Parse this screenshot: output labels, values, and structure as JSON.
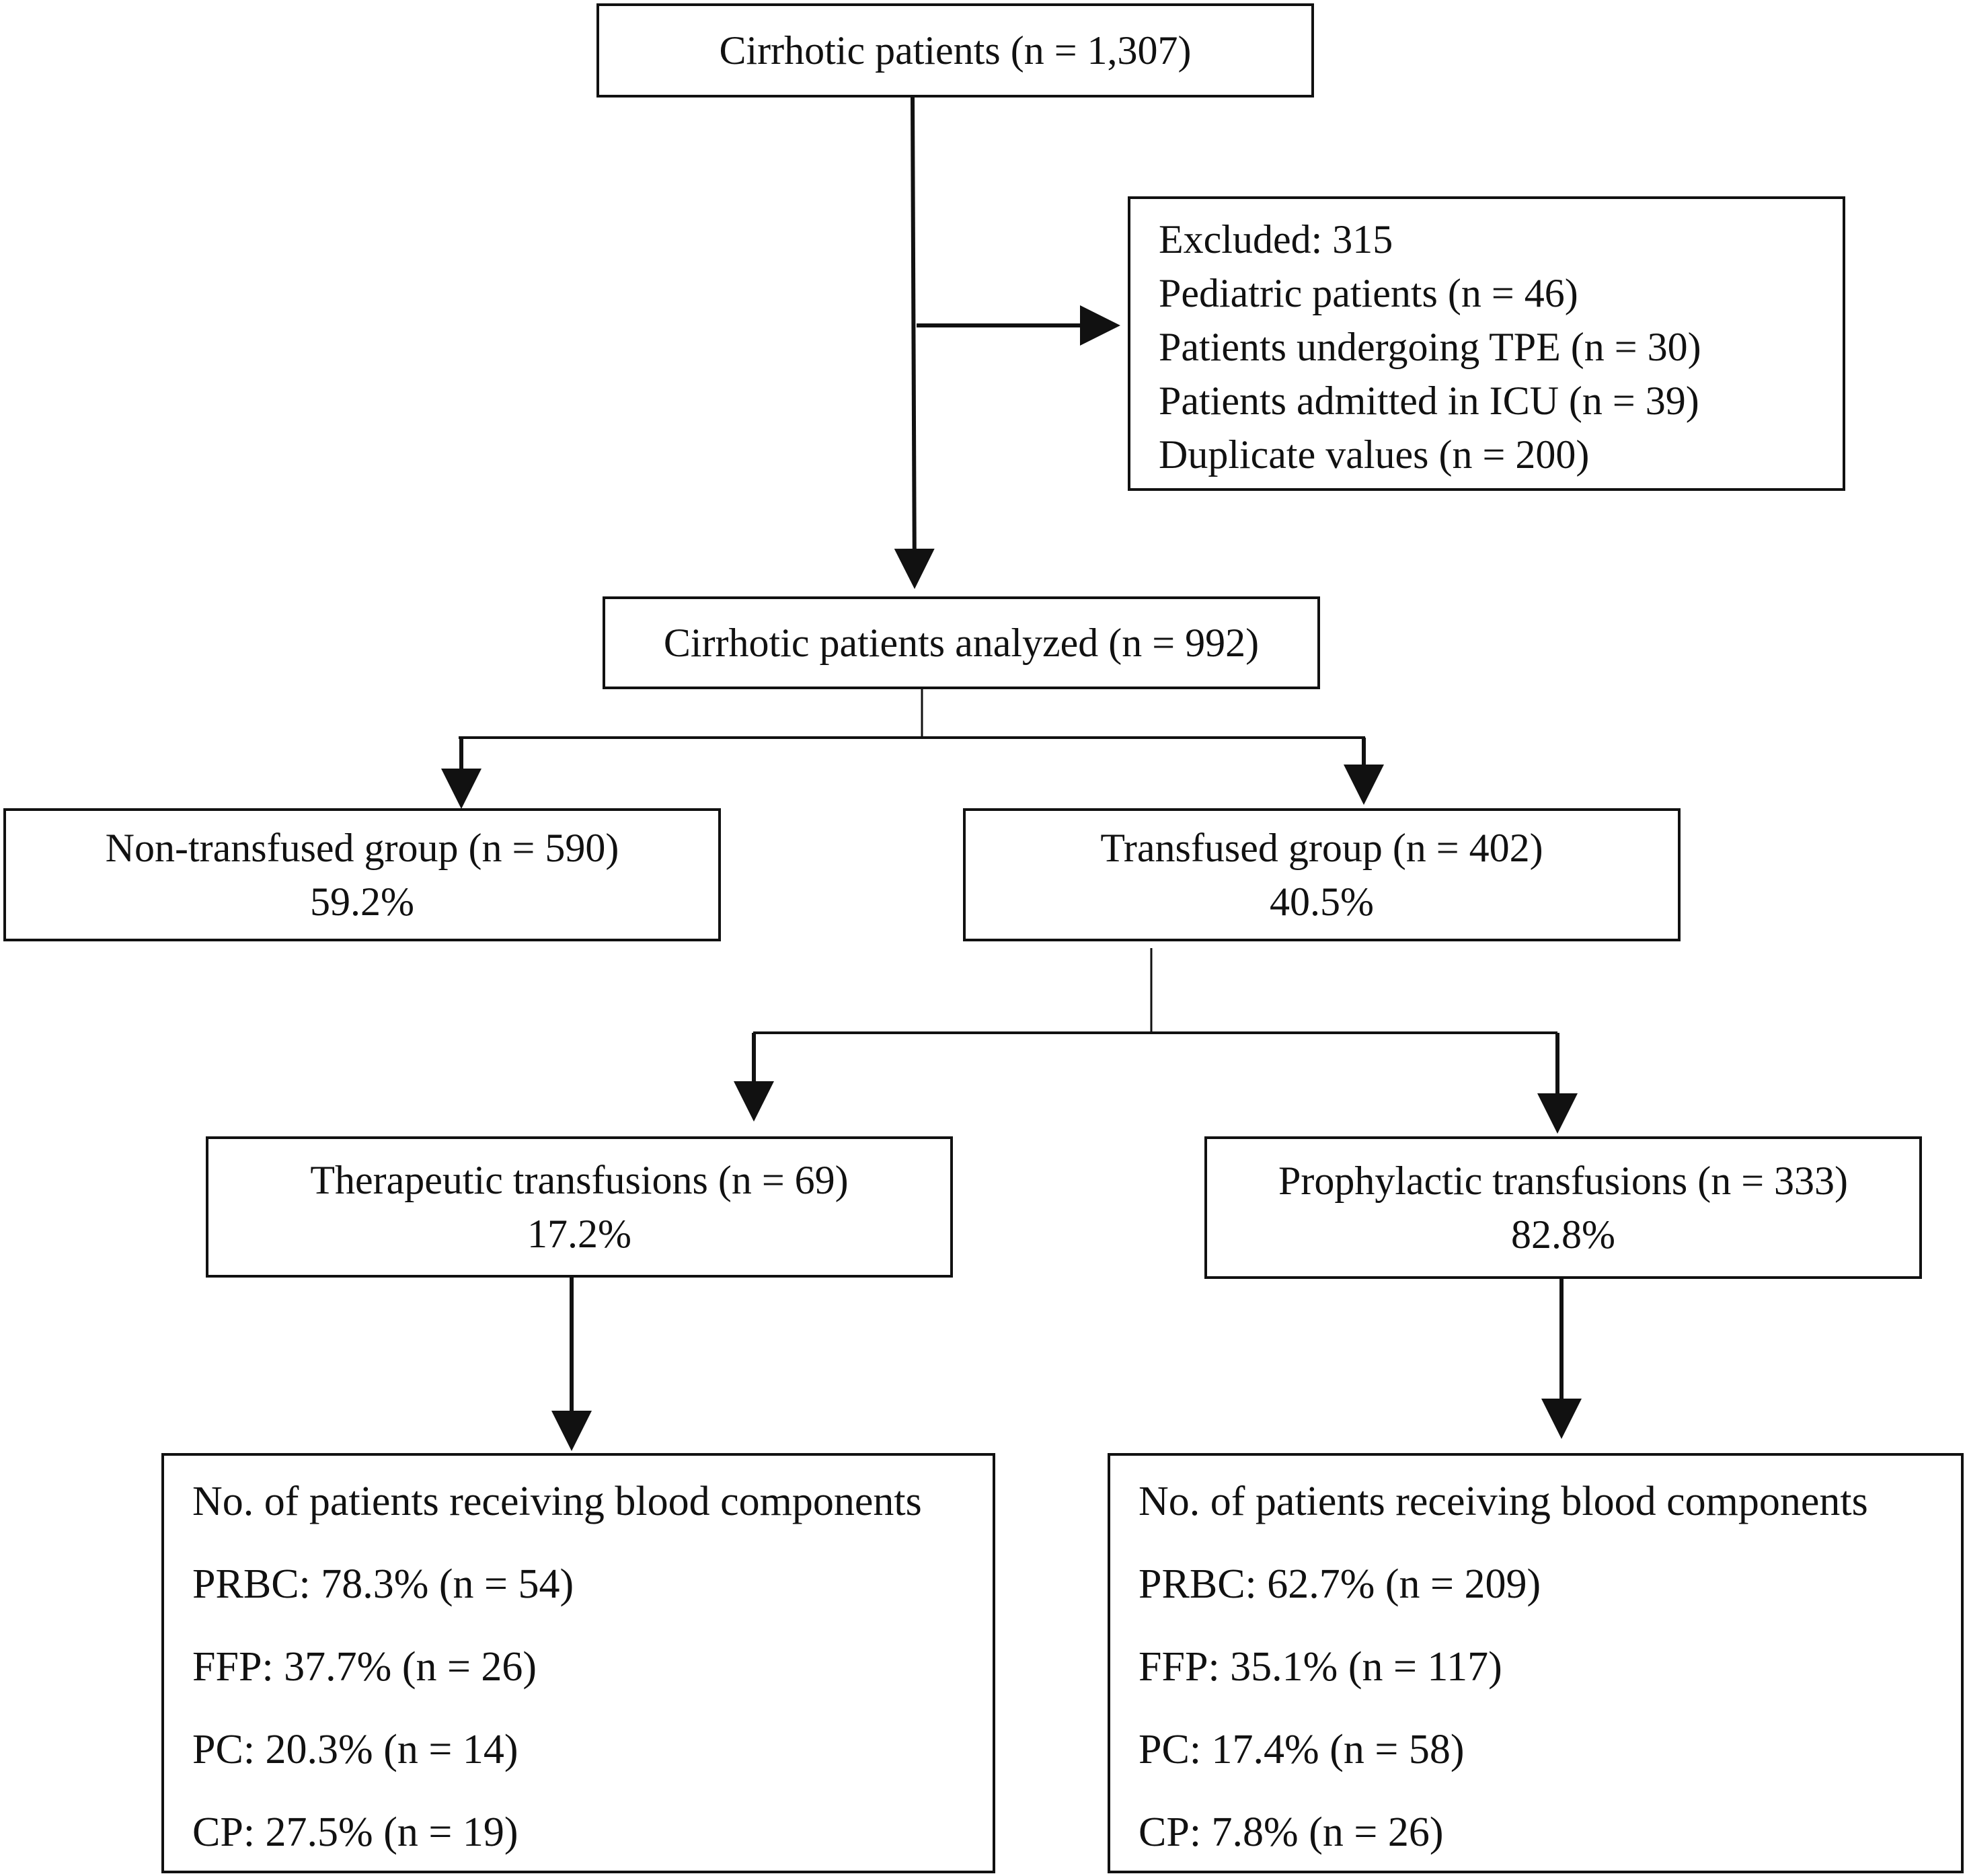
{
  "top": {
    "label": "Cirrhotic patients (n = 1,307)"
  },
  "excluded": {
    "lines": [
      "Excluded: 315",
      "Pediatric patients (n = 46)",
      "Patients undergoing TPE (n = 30)",
      "Patients admitted in ICU (n = 39)",
      "Duplicate values (n = 200)"
    ]
  },
  "analyzed": {
    "label": "Cirrhotic patients analyzed (n = 992)"
  },
  "non_transfused": {
    "label": "Non-transfused group (n = 590)",
    "pct": "59.2%"
  },
  "transfused": {
    "label": "Transfused group (n = 402)",
    "pct": "40.5%"
  },
  "therapeutic": {
    "label": "Therapeutic transfusions (n = 69)",
    "pct": "17.2%"
  },
  "prophylactic": {
    "label": "Prophylactic transfusions (n = 333)",
    "pct": "82.8%"
  },
  "therapeutic_components": {
    "heading": "No. of patients receiving blood components",
    "items": [
      "PRBC: 78.3% (n = 54)",
      "FFP: 37.7% (n = 26)",
      "PC: 20.3% (n = 14)",
      "CP: 27.5% (n = 19)"
    ]
  },
  "prophylactic_components": {
    "heading": "No. of patients receiving blood components",
    "items": [
      "PRBC: 62.7% (n = 209)",
      "FFP: 35.1% (n = 117)",
      "PC: 17.4% (n = 58)",
      "CP: 7.8% (n = 26)"
    ]
  }
}
